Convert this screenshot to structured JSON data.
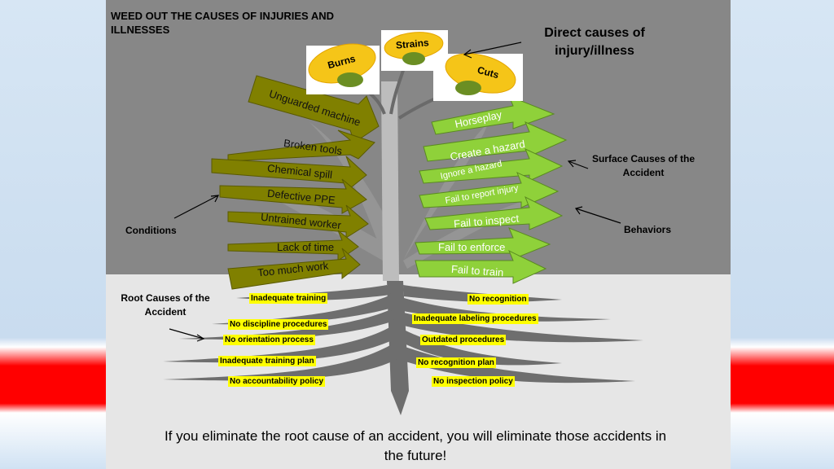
{
  "title": "WEED OUT THE CAUSES OF INJURIES AND ILLNESSES",
  "direct_causes_label": "Direct causes of injury/illness",
  "surface_causes_label": "Surface Causes of the Accident",
  "behaviors_label": "Behaviors",
  "conditions_label": "Conditions",
  "root_causes_label": "Root Causes of the Accident",
  "footer": "If you eliminate the root cause of an accident, you will eliminate those accidents in the future!",
  "flowers": [
    "Burns",
    "Strains",
    "Cuts"
  ],
  "conditions": [
    "Unguarded machine",
    "Broken tools",
    "Chemical spill",
    "Defective  PPE",
    "Untrained worker",
    "Lack of time",
    "Too much work"
  ],
  "behaviors": [
    "Horseplay",
    "Create a hazard",
    "Ignore a hazard",
    "Fail to report injury",
    "Fail to inspect",
    "Fail to enforce",
    "Fail to train"
  ],
  "root_causes_left": [
    "Inadequate training",
    "No discipline procedures",
    "No orientation process",
    "Inadequate training plan",
    "No accountability policy"
  ],
  "root_causes_right": [
    "No recognition",
    "Inadequate labeling procedures",
    "Outdated  procedures",
    "No recognition plan",
    "No inspection policy"
  ],
  "colors": {
    "conditions_leaf": "#808000",
    "behaviors_leaf": "#8fd13a",
    "petal": "#f5c518",
    "root_label_bg": "#ffff00"
  }
}
